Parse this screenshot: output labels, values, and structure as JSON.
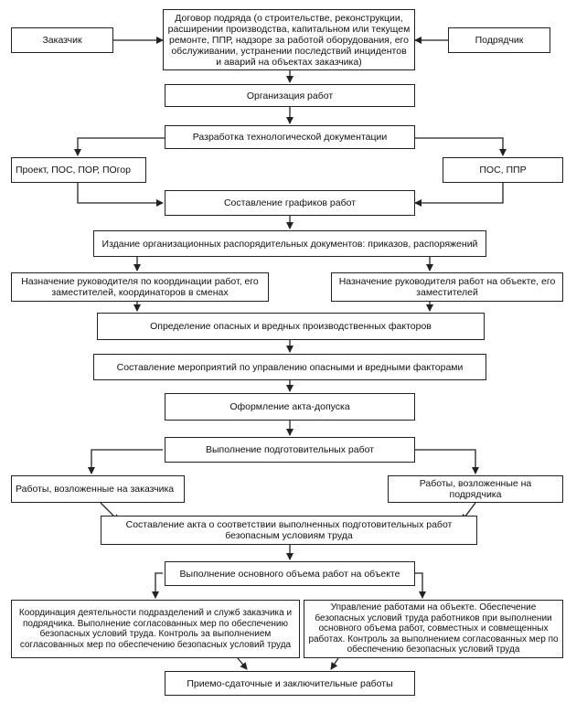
{
  "diagram": {
    "contract": "Договор подряда (о строительстве, реконструкции, расширении производства, капитальном или текущем ремонте, ППР, надзоре за работой оборудования, его обслуживании, устранении последствий инцидентов и аварий на объектах заказчика)",
    "customer": "Заказчик",
    "contractor": "Подрядчик",
    "organization": "Организация работ",
    "tech_docs": "Разработка технологической документации",
    "docs_left": "Проект, ПОС, ПОР, ПОгор",
    "docs_right": "ПОС, ППР",
    "schedules": "Составление графиков работ",
    "orders": "Издание организационных распорядительных документов: приказов, распоряжений",
    "coord_manager": "Назначение руководителя по координации работ, его заместителей, координаторов в сменах",
    "site_manager": "Назначение руководителя работ на объекте, его заместителей",
    "hazards": "Определение опасных и вредных производственных факторов",
    "measures": "Составление мероприятий по управлению опасными и вредными факторами",
    "permit": "Оформление акта-допуска",
    "prep_work": "Выполнение подготовительных работ",
    "customer_work": "Работы, возложенные на заказчика",
    "contractor_work": "Работы, возложенные на подрядчика",
    "compliance_act": "Составление акта о соответствии выполненных подготовительных работ безопасным условиям труда",
    "main_work": "Выполнение основного объема работ на объекте",
    "coordination": "Координация деятельности подразделений и служб заказчика и подрядчика. Выполнение согласованных мер по обеспечению безопасных условий труда. Контроль за выполнением согласованных мер по обеспечению безопасных условий труда",
    "management": "Управление работами на объекте. Обеспечение безопасных условий труда работников при выполнении основного объема работ, совместных и совмещенных работах. Контроль за выполнением согласованных мер по обеспечению безопасных условий труда",
    "acceptance": "Приемо-сдаточные и заключительные работы"
  }
}
